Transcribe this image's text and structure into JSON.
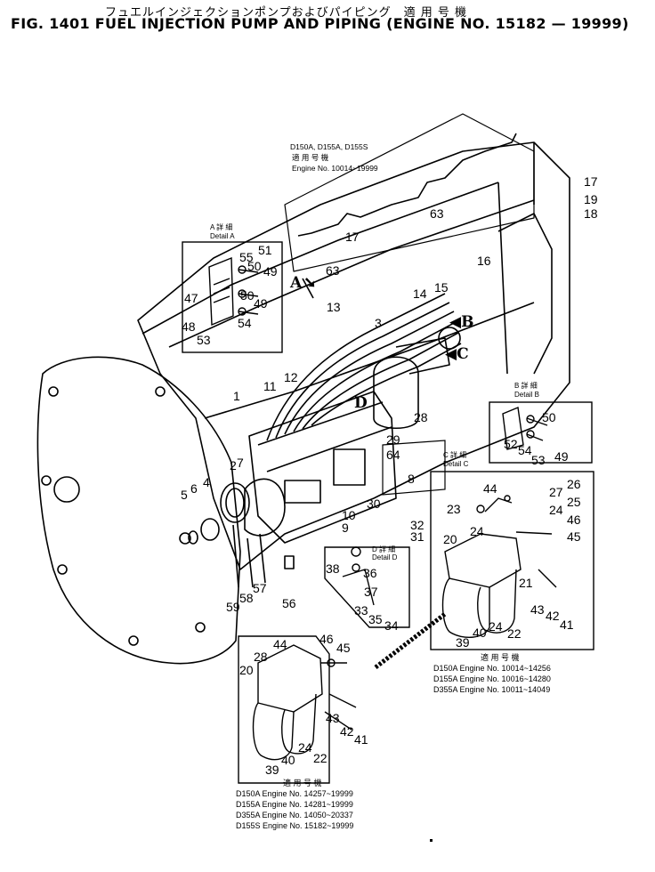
{
  "header": {
    "japanese_title": "フュエルインジェクションポンプおよびパイピング　適 用 号 機",
    "figure_title": "FIG. 1401  FUEL INJECTION PUMP AND PIPING (ENGINE NO. 15182 — 19999)"
  },
  "pipe_applicability": {
    "models": "D150A, D155A, D155S",
    "jp_label": "適 用 号 機",
    "engine_range": "Engine No. 10014~19999"
  },
  "details": {
    "a": {
      "jp": "A 詳 細",
      "en": "Detail A"
    },
    "b": {
      "jp": "B 詳 細",
      "en": "Detail B"
    },
    "c": {
      "jp": "C 詳 細",
      "en": "Detail C"
    },
    "d": {
      "jp": "D 詳 細",
      "en": "Detail D"
    }
  },
  "arrows": {
    "a": "A",
    "b": "B",
    "c": "C",
    "d": "D"
  },
  "applicability_c": {
    "jp": "適 用 号 機",
    "lines": [
      "D150A Engine No. 10014~14256",
      "D155A Engine No. 10016~14280",
      "D355A Engine No. 10011~14049"
    ]
  },
  "applicability_bottom": {
    "jp": "適 用 号 機",
    "lines": [
      "D150A  Engine No. 14257~19999",
      "D155A  Engine No. 14281~19999",
      "D355A  Engine No. 14050~20337",
      "D155S  Engine No. 15182~19999"
    ]
  },
  "callouts": [
    "1",
    "2",
    "3",
    "4",
    "5",
    "6",
    "7",
    "8",
    "9",
    "10",
    "11",
    "12",
    "13",
    "14",
    "15",
    "16",
    "17",
    "17",
    "18",
    "19",
    "20",
    "20",
    "21",
    "22",
    "22",
    "23",
    "24",
    "24",
    "24",
    "24",
    "25",
    "26",
    "27",
    "28",
    "28",
    "29",
    "30",
    "31",
    "32",
    "33",
    "34",
    "35",
    "36",
    "37",
    "38",
    "39",
    "39",
    "40",
    "40",
    "41",
    "41",
    "42",
    "42",
    "43",
    "43",
    "44",
    "44",
    "45",
    "45",
    "46",
    "46",
    "47",
    "48",
    "49",
    "49",
    "49",
    "50",
    "50",
    "50",
    "51",
    "52",
    "53",
    "53",
    "54",
    "54",
    "55",
    "56",
    "57",
    "58",
    "59",
    "63",
    "63",
    "64"
  ]
}
